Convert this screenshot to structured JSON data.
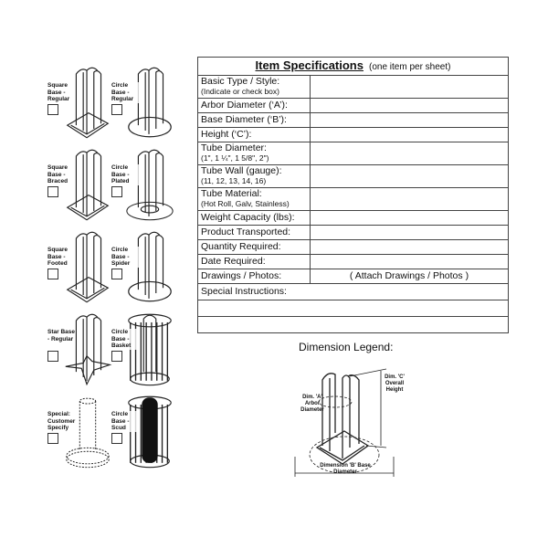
{
  "options": [
    {
      "label": "Square Base - Regular",
      "kind": "square"
    },
    {
      "label": "Circle Base - Regular",
      "kind": "circle"
    },
    {
      "label": "Square Base - Braced",
      "kind": "square"
    },
    {
      "label": "Circle Base - Plated",
      "kind": "plated"
    },
    {
      "label": "Square Base - Footed",
      "kind": "square"
    },
    {
      "label": "Circle Base - Spider",
      "kind": "circle"
    },
    {
      "label": "Star Base - Regular",
      "kind": "star"
    },
    {
      "label": "Circle Base - Basket",
      "kind": "basket"
    },
    {
      "label": "Special: Customer Specify",
      "kind": "special"
    },
    {
      "label": "Circle Base - Scud",
      "kind": "scud"
    }
  ],
  "spec": {
    "title": "Item Specifications",
    "subtitle": "(one item per sheet)",
    "rows": [
      {
        "label": "Basic Type / Style:",
        "sub": "(Indicate or check box)",
        "value": ""
      },
      {
        "label": "Arbor Diameter (‘A’):",
        "sub": "",
        "value": ""
      },
      {
        "label": "Base Diameter (‘B’):",
        "sub": "",
        "value": ""
      },
      {
        "label": "Height (‘C’):",
        "sub": "",
        "value": ""
      },
      {
        "label": "Tube Diameter:",
        "sub": "(1\", 1 ¼\", 1 5/8\", 2\")",
        "value": ""
      },
      {
        "label": "Tube Wall (gauge):",
        "sub": "(11, 12, 13, 14, 16)",
        "value": ""
      },
      {
        "label": "Tube Material:",
        "sub": "(Hot Roll, Galv, Stainless)",
        "value": ""
      },
      {
        "label": "Weight Capacity (lbs):",
        "sub": "",
        "value": ""
      },
      {
        "label": "Product Transported:",
        "sub": "",
        "value": ""
      },
      {
        "label": "Quantity Required:",
        "sub": "",
        "value": ""
      },
      {
        "label": "Date Required:",
        "sub": "",
        "value": ""
      },
      {
        "label": "Drawings / Photos:",
        "sub": "",
        "value": "( Attach Drawings / Photos )"
      }
    ],
    "special_label": "Special Instructions:"
  },
  "legend": {
    "title": "Dimension Legend:",
    "dim_a": "Dim. 'A' Arbor Diameter",
    "dim_b": "Dimension 'B' Base Diameter",
    "dim_c": "Dim. 'C' Overall Height"
  }
}
